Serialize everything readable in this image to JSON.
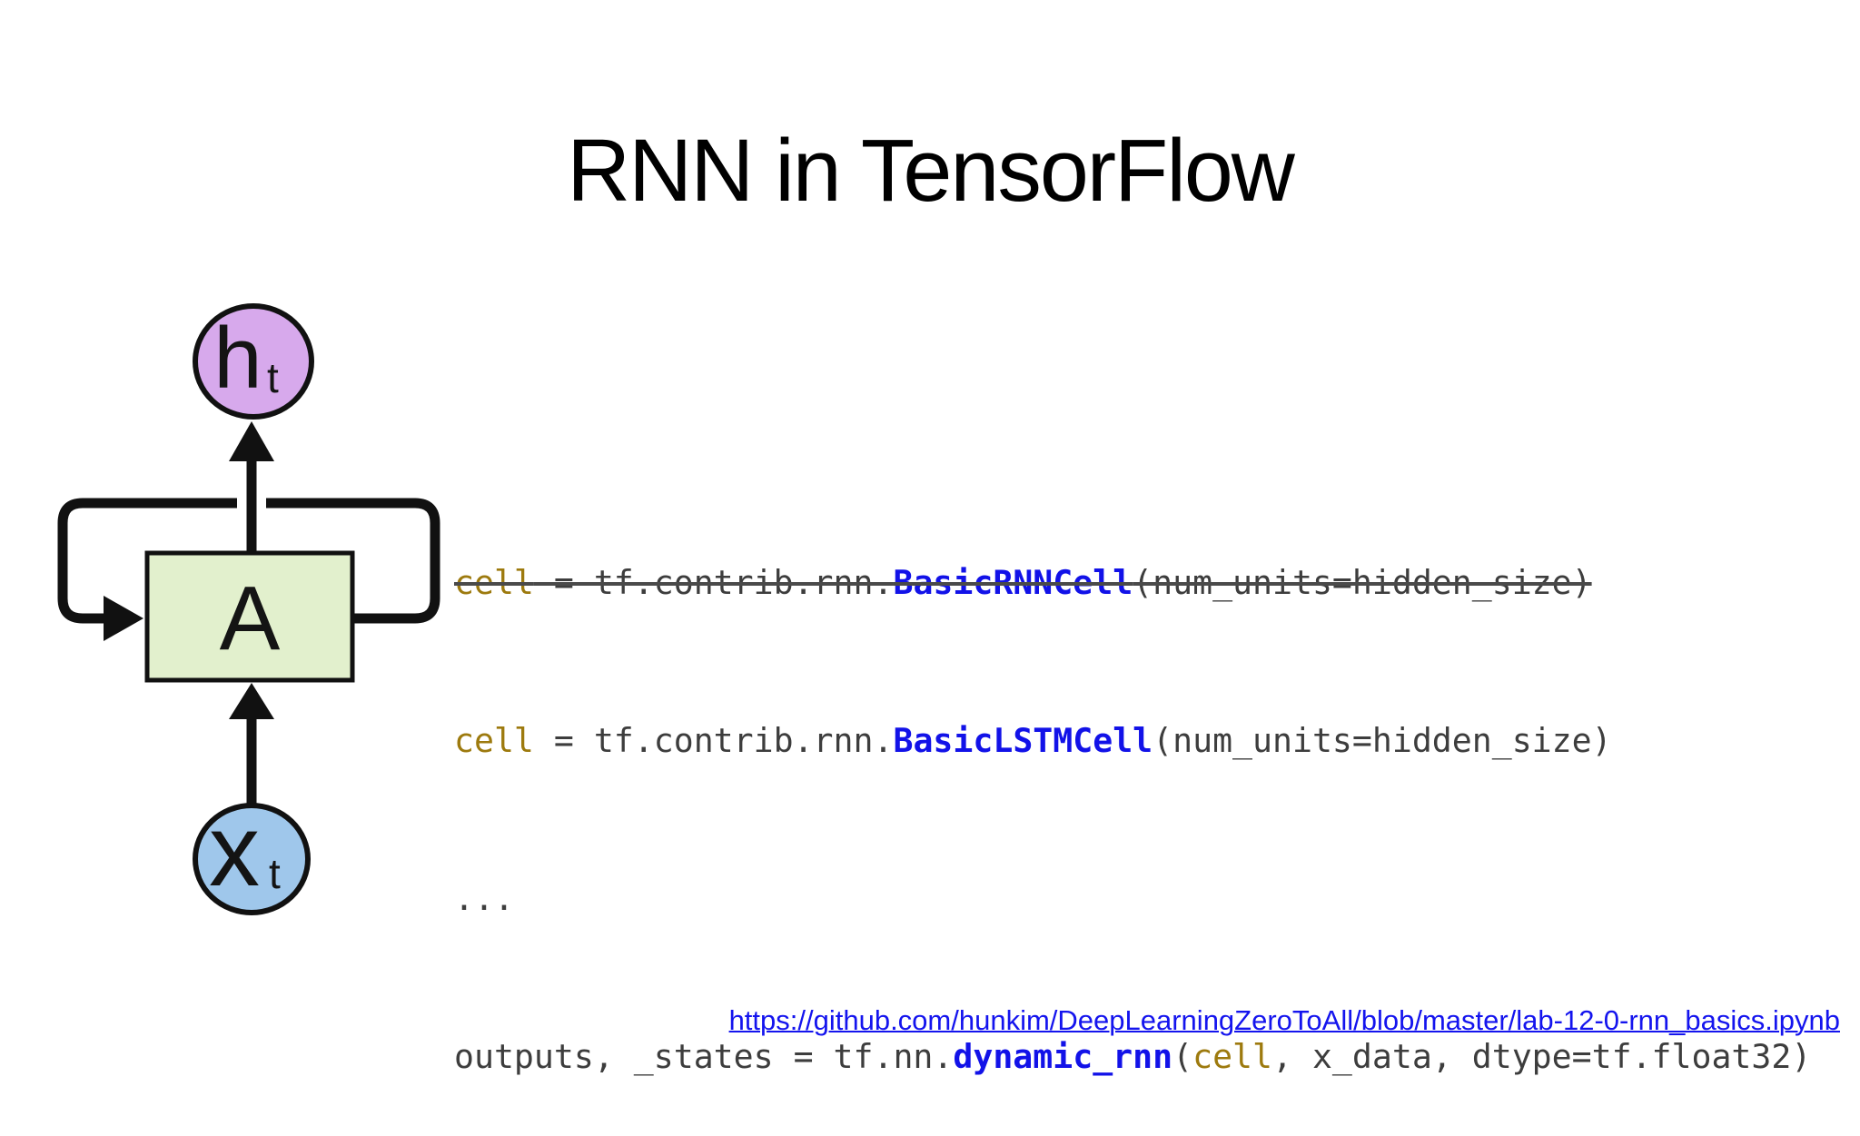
{
  "slide": {
    "title": "RNN in TensorFlow",
    "source_link": "https://github.com/hunkim/DeepLearningZeroToAll/blob/master/lab-12-0-rnn_basics.ipynb"
  },
  "diagram": {
    "top_node": {
      "label": "h",
      "sub": "t"
    },
    "cell_node": {
      "label": "A"
    },
    "input_node": {
      "label": "x",
      "sub": "t"
    }
  },
  "code": {
    "line1": {
      "t_var": "cell",
      "t_mid": " = tf.contrib.rnn.",
      "t_kw": "BasicRNNCell",
      "t_rest": "(num_units=hidden_size)"
    },
    "line2": {
      "t_var": "cell",
      "t_mid": " = tf.contrib.rnn.",
      "t_kw": "BasicLSTMCell",
      "t_rest": "(num_units=hidden_size)"
    },
    "line3": {
      "t_text": "..."
    },
    "line4": {
      "t_pre": "outputs, _states = tf.nn.",
      "t_kw": "dynamic_rnn",
      "t_open": "(",
      "t_var": "cell",
      "t_rest": ", x_data, dtype=tf.float32)"
    }
  },
  "colors": {
    "ink": "#111111",
    "body-color": "#3d3d3d",
    "var-color": "#9d7a0e",
    "kw-color": "#1212e8",
    "strike-color": "#4a4a4a",
    "link-color": "#1414ee",
    "h-fill": "#d7a9ec",
    "x-fill": "#9fc7eb",
    "box-fill": "#e2f0cd"
  }
}
